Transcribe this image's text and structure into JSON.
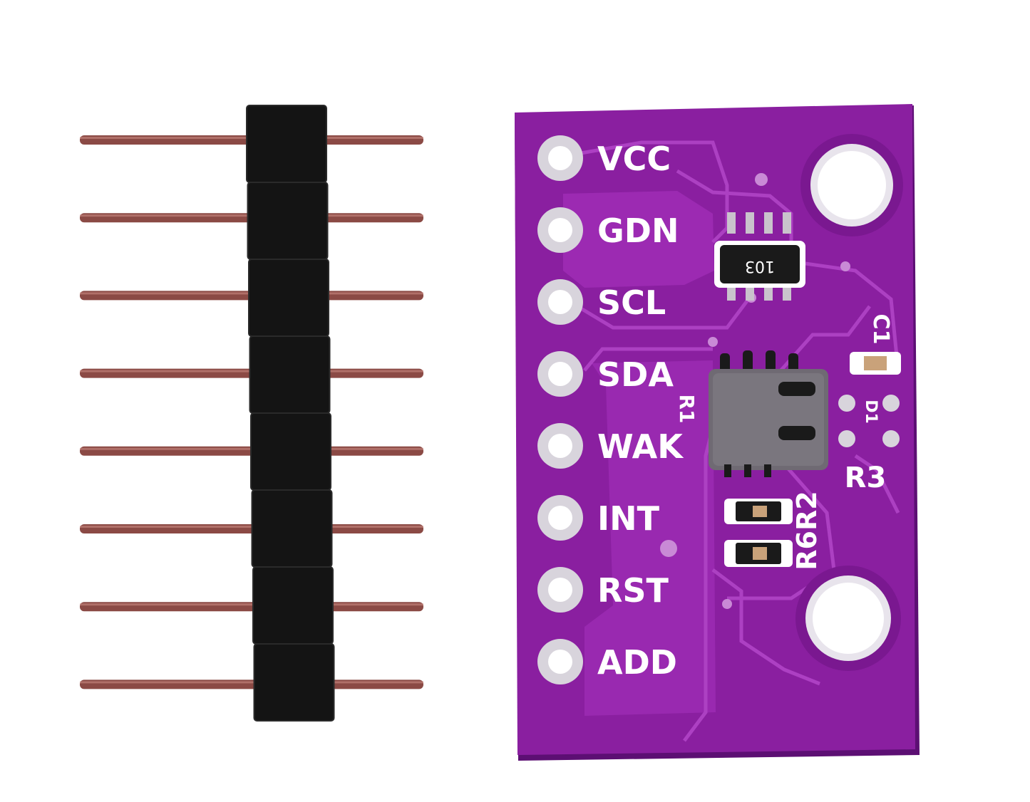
{
  "scene": {
    "description_free": true,
    "colors": {
      "background": "#ffffff",
      "board": "#8a1fa0",
      "board_dark": "#6a1585",
      "board_trace": "#a33bbb",
      "board_edge": "#5c0f73",
      "silkscreen": "#ffffff",
      "pad": "#d8d4dc",
      "pad_hole": "#ffffff",
      "header_plastic": "#141414",
      "pin_metal": "#8b4a45",
      "chip": "#6f6a73",
      "ic_body": "#1a1a1a"
    },
    "icons": {
      "header": "pin-header-icon",
      "board": "sensor-breakout-board-icon"
    }
  },
  "board": {
    "pin_labels": [
      "VCC",
      "GDN",
      "SCL",
      "SDA",
      "WAK",
      "INT",
      "RST",
      "ADD"
    ],
    "component_labels": {
      "resistor_array": "103",
      "capacitor": "C1",
      "diode": "D1",
      "r3": "R3",
      "r6r2": "R6R2",
      "r1": "R1"
    }
  }
}
